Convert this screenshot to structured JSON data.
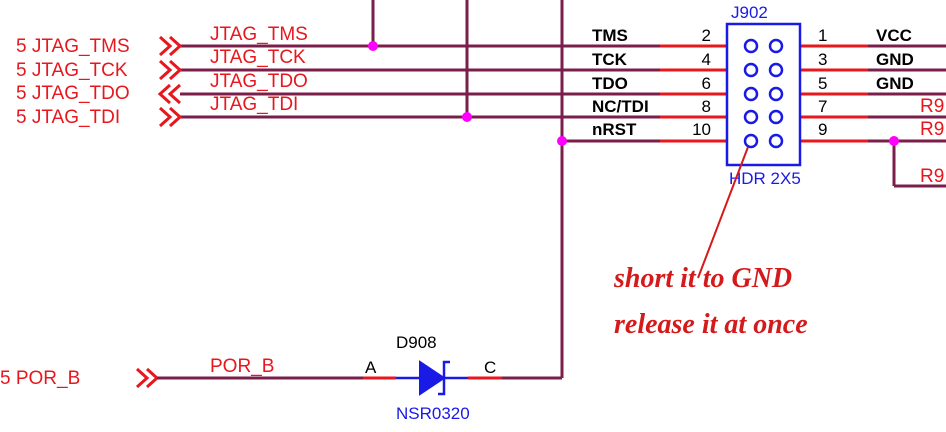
{
  "header": {
    "ref": "J902",
    "footprint": "HDR 2X5"
  },
  "ports": [
    {
      "label": "5 JTAG_TMS"
    },
    {
      "label": "5 JTAG_TCK"
    },
    {
      "label": "5 JTAG_TDO"
    },
    {
      "label": "5 JTAG_TDI"
    }
  ],
  "nets": [
    "JTAG_TMS",
    "JTAG_TCK",
    "JTAG_TDO",
    "JTAG_TDI"
  ],
  "left_pins": [
    {
      "signal": "TMS",
      "pin": "2"
    },
    {
      "signal": "TCK",
      "pin": "4"
    },
    {
      "signal": "TDO",
      "pin": "6"
    },
    {
      "signal": "NC/TDI",
      "pin": "8"
    },
    {
      "signal": "nRST",
      "pin": "10"
    }
  ],
  "right_pins": [
    {
      "pin": "1",
      "signal": "VCC"
    },
    {
      "pin": "3",
      "signal": "GND"
    },
    {
      "pin": "5",
      "signal": "GND"
    },
    {
      "pin": "7",
      "signal": "R9"
    },
    {
      "pin": "9",
      "signal": "R9"
    }
  ],
  "extra_right_label": "R9",
  "por": {
    "port_label": "5 POR_B",
    "net": "POR_B"
  },
  "diode": {
    "ref": "D908",
    "part": "NSR0320",
    "anode": "A",
    "cathode": "C"
  },
  "annotation": {
    "line1": "short it to GND",
    "line2": "release it at once"
  },
  "colors": {
    "wire": "#7a1f4a",
    "net_label": "#e8161d",
    "component": "#1a1ae6",
    "junction": "#ff00ff",
    "note": "#d41a1a"
  }
}
